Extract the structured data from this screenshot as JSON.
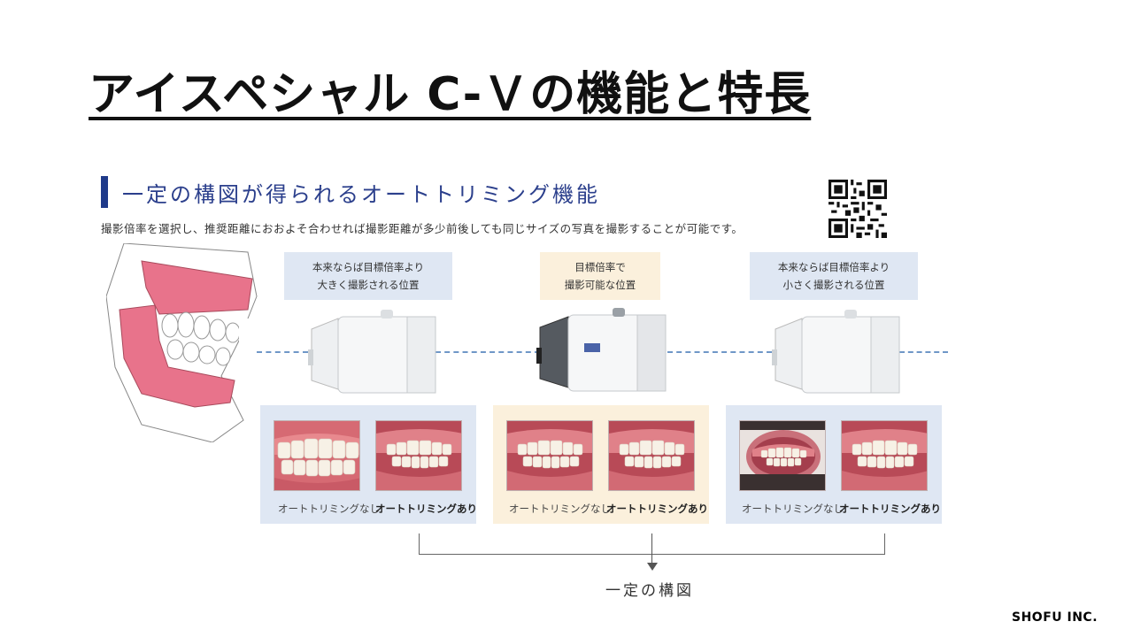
{
  "page": {
    "title": "アイスペシャル C-Ｖの機能と特長"
  },
  "section": {
    "heading": "一定の構図が得られるオートトリミング機能",
    "description": "撮影倍率を選択し、推奨距離におおよそ合わせれば撮影距離が多少前後しても同じサイズの写真を撮影することが可能です。"
  },
  "positions": [
    {
      "line1": "本来ならば目標倍率より",
      "line2": "大きく撮影される位置"
    },
    {
      "line1": "目標倍率で",
      "line2": "撮影可能な位置"
    },
    {
      "line1": "本来ならば目標倍率より",
      "line2": "小さく撮影される位置"
    }
  ],
  "captions": {
    "without": "オートトリミングなし",
    "with": "オートトリミングあり"
  },
  "result": "一定の構図",
  "brand": "SHOFU INC.",
  "colors": {
    "heading_accent": "#1f3a8a",
    "panel_blue": "#dfe7f3",
    "panel_cream": "#fbf0dc",
    "gum_pink": "#e8738b"
  }
}
